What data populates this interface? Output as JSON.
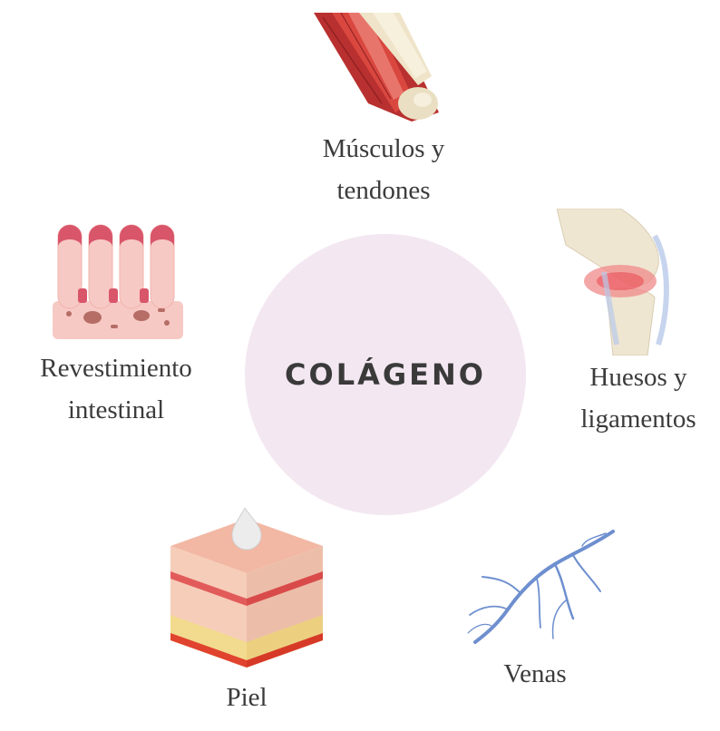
{
  "center": {
    "title": "COLÁGENO"
  },
  "nodes": {
    "muscles": {
      "line1": "Músculos y",
      "line2": "tendones",
      "icon": "muscle-tendon-icon"
    },
    "bones": {
      "line1": "Huesos y",
      "line2": "ligamentos",
      "icon": "knee-joint-icon"
    },
    "veins": {
      "line1": "Venas",
      "icon": "vein-icon"
    },
    "skin": {
      "line1": "Piel",
      "icon": "skin-layers-icon"
    },
    "intestine": {
      "line1": "Revestimiento",
      "line2": "intestinal",
      "icon": "intestinal-villi-icon"
    }
  },
  "colors": {
    "circle": "#f3e7f1",
    "title": "#3a3a3a",
    "text": "#3b3b3b",
    "vein": "#6e8fcf",
    "muscle": "#c73b3b",
    "bone": "#efe6d2",
    "tissue": "#f7c9c4",
    "tissue_dark": "#d9566a"
  }
}
